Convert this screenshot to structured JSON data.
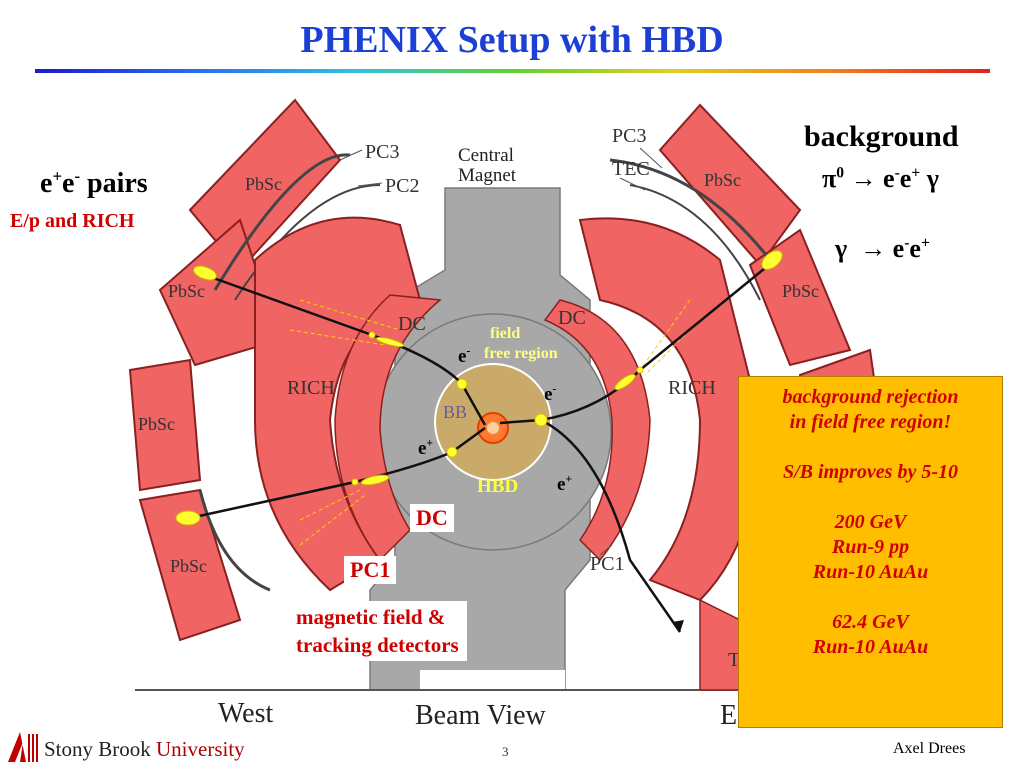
{
  "title": "PHENIX Setup with HBD",
  "labels": {
    "ee_pairs": {
      "main": "e",
      "sup1": "+",
      "mid": "e",
      "sup2": "-",
      "tail": " pairs"
    },
    "ep_rich": "E/p and RICH",
    "background": "background",
    "pi0_decay": {
      "pi": "π",
      "sup0": "0",
      "arrow": " → e",
      "sup1": "-",
      "e2": "e",
      "sup2": "+",
      "gamma": " γ"
    },
    "gamma_conv": {
      "gamma": "γ",
      "arrow": "  → e",
      "sup1": "-",
      "e2": "e",
      "sup2": "+"
    },
    "field_free": [
      "field",
      "free region"
    ],
    "e_minus_1": {
      "e": "e",
      "sup": "-"
    },
    "e_minus_2": {
      "e": "e",
      "sup": "-"
    },
    "e_plus_1": {
      "e": "e",
      "sup": "+"
    },
    "e_plus_2": {
      "e": "e",
      "sup": "+"
    },
    "hbd": "HBD",
    "dc_red": "DC",
    "pc1_red": "PC1",
    "mag_field": [
      "magnetic field &",
      "tracking detectors"
    ]
  },
  "detector_labels": {
    "pc3_left": "PC3",
    "pc2_left": "PC2",
    "central_magnet": [
      "Central",
      "Magnet"
    ],
    "pc3_right": "PC3",
    "tec": "TEC",
    "pbsc": "PbSc",
    "dc": "DC",
    "rich": "RICH",
    "bb": "BB",
    "pc1": "PC1",
    "west": "West",
    "beam_view": "Beam View",
    "east": "E",
    "t_partial": "T"
  },
  "info_box": {
    "lines": [
      "background  rejection",
      "in field free region!",
      "",
      "S/B improves by 5-10",
      "",
      "200 GeV",
      "Run-9  pp",
      "Run-10 AuAu",
      "",
      "62.4 GeV",
      "Run-10 AuAu"
    ]
  },
  "footer": {
    "university_plain": "Stony Brook ",
    "university_accent": "University",
    "page_number": "3",
    "author": "Axel Drees"
  },
  "colors": {
    "title": "#1c3fd6",
    "detector": "#f06464",
    "accent_red": "#d00000",
    "box_fill": "#ffbe00",
    "field_free_text": "#ffff80"
  }
}
